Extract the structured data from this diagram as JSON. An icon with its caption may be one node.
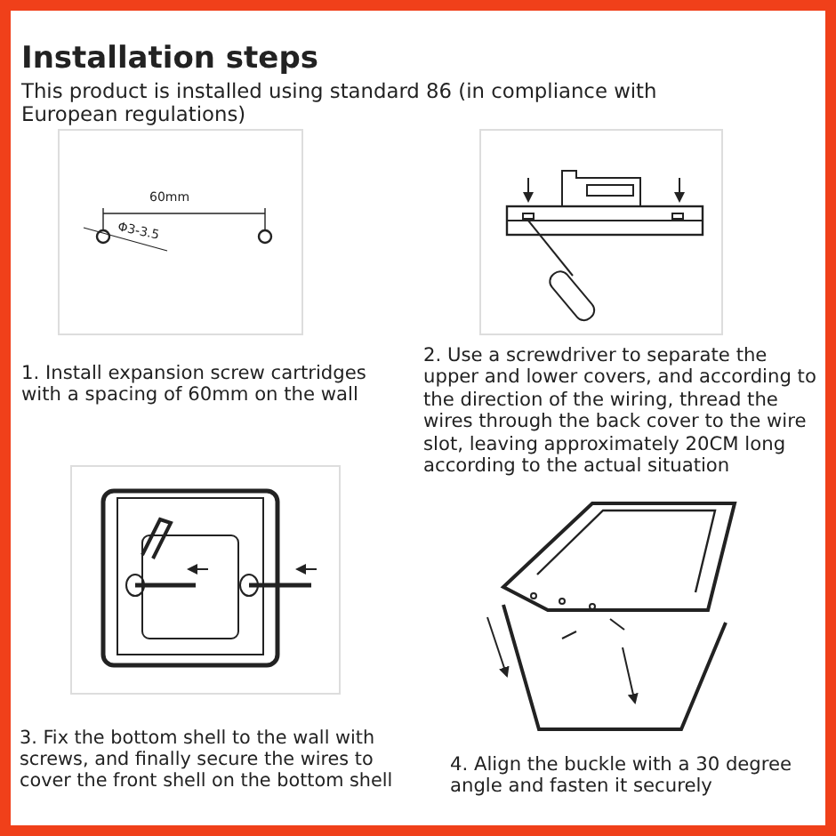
{
  "diagram": {
    "title": "Installation steps",
    "labels": [
      "This product is installed using standard 86 (in compliance with European regulations)",
      "60mm",
      "Φ3-3.5",
      "1. Install expansion screw cartridges with a spacing of 60mm on the wall",
      "2. Use a screwdriver to separate the upper and lower covers, and according to the direction of the wiring, thread the wires through the back cover to the wire slot, leaving approximately 20CM long according to the actual situation",
      "3. Fix the bottom shell to the wall with screws, and finally secure the wires to cover the front shell on the bottom shell",
      "4. Align the buckle with a 30 degree angle and fasten it securely"
    ]
  }
}
